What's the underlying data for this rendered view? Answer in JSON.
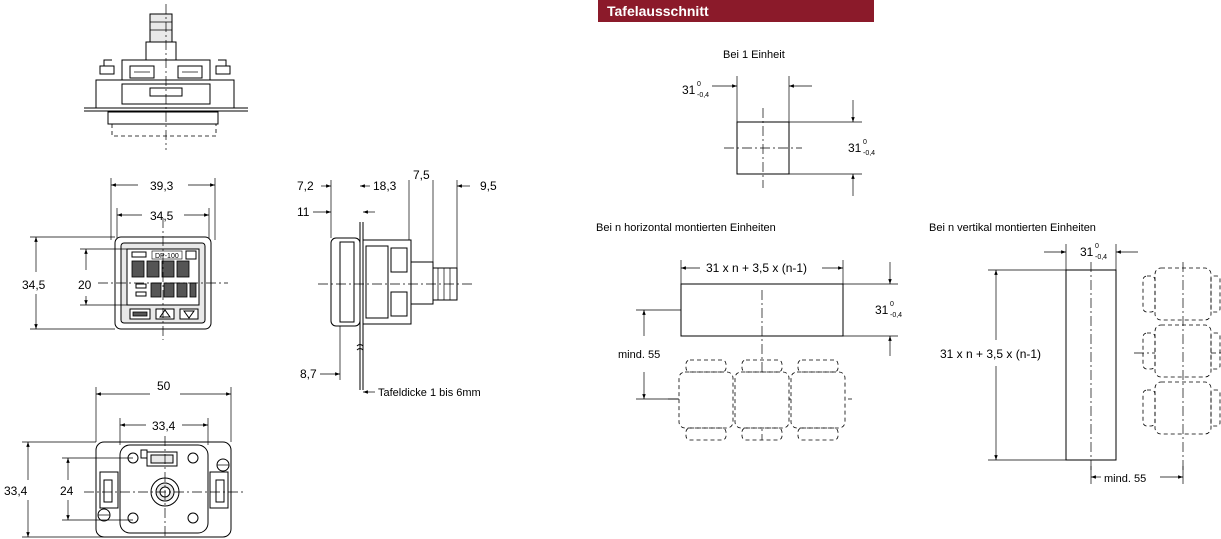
{
  "header": {
    "title": "Tafelausschnitt",
    "color": "#8b1a2a"
  },
  "side_view_dims": {
    "d72": "7,2",
    "d183": "18,3",
    "d75": "7,5",
    "d95": "9,5",
    "d11": "11",
    "d87": "8,7",
    "panel_thickness": "Tafeldicke 1 bis 6mm"
  },
  "front_view_dims": {
    "w393": "39,3",
    "w345": "34,5",
    "h345": "34,5",
    "h20": "20"
  },
  "display_label": "DP-100",
  "back_view_dims": {
    "w50": "50",
    "w334": "33,4",
    "h334": "33,4",
    "h24": "24"
  },
  "cutout_single": {
    "caption": "Bei 1 Einheit",
    "w_base": "31",
    "w_sup": "0",
    "w_sub": "-0,4",
    "h_base": "31",
    "h_sup": "0",
    "h_sub": "-0,4"
  },
  "cutout_horizontal": {
    "caption": "Bei n horizontal montierten Einheiten",
    "width_formula": "31 x n + 3,5 x (n-1)",
    "h_base": "31",
    "h_sup": "0",
    "h_sub": "-0,4",
    "min_spacing": "mind. 55"
  },
  "cutout_vertical": {
    "caption": "Bei n vertikal montierten Einheiten",
    "w_base": "31",
    "w_sup": "0",
    "w_sub": "-0,4",
    "height_formula": "31 x n + 3,5 x (n-1)",
    "min_spacing": "mind. 55"
  }
}
